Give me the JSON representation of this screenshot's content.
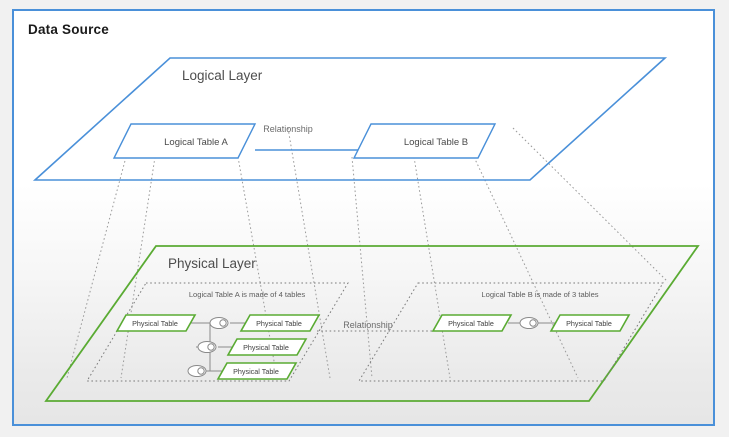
{
  "colors": {
    "frame_border": "#4a90d9",
    "logical_blue": "#4a90d9",
    "physical_green": "#5aab33",
    "connector_gray": "#9a9a9a",
    "text_dark": "#1a1a1a",
    "text_gray": "#4d4d4d",
    "page_background": "#f1f1f1"
  },
  "page": {
    "title": "Data Source"
  },
  "logical_layer": {
    "title": "Logical Layer",
    "tables": [
      {
        "label": "Logical Table A"
      },
      {
        "label": "Logical Table B"
      }
    ],
    "relationship_label": "Relationship"
  },
  "physical_layer": {
    "title": "Physical Layer",
    "relationship_label": "Relationship",
    "groups": [
      {
        "caption": "Logical Table A is made of 4 tables",
        "tables": [
          {
            "label": "Physical Table"
          },
          {
            "label": "Physical Table"
          },
          {
            "label": "Physical Table"
          },
          {
            "label": "Physical Table"
          }
        ],
        "join_icons": [
          "venn-join-icon",
          "venn-join-icon",
          "venn-join-icon"
        ]
      },
      {
        "caption": "Logical Table B is made of 3 tables",
        "tables": [
          {
            "label": "Physical Table"
          },
          {
            "label": "Physical Table"
          }
        ],
        "join_icons": [
          "venn-join-icon"
        ]
      }
    ]
  }
}
